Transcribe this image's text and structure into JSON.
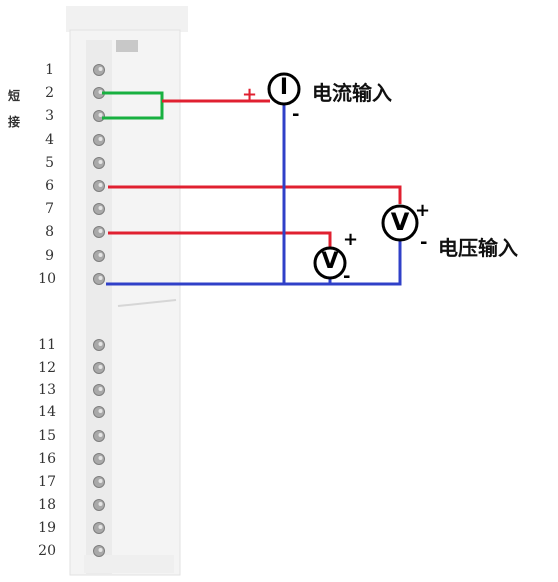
{
  "terminal_block": {
    "pins": [
      "1",
      "2",
      "3",
      "4",
      "5",
      "6",
      "7",
      "8",
      "9",
      "10",
      "11",
      "12",
      "13",
      "14",
      "15",
      "16",
      "17",
      "18",
      "19",
      "20"
    ],
    "short_note": [
      "短",
      "接"
    ]
  },
  "meters": {
    "current": {
      "symbol": "I",
      "label": "电流输入",
      "plus": "+",
      "minus": "-"
    },
    "voltage_1": {
      "symbol": "V",
      "plus": "+",
      "minus": "-"
    },
    "voltage_2": {
      "symbol": "V",
      "label": "电压输入",
      "plus": "+",
      "minus": "-"
    }
  },
  "colors": {
    "red_wire": "#e02030",
    "blue_wire": "#3040c8",
    "green_wire": "#18b040",
    "plus_red": "#e02030"
  }
}
